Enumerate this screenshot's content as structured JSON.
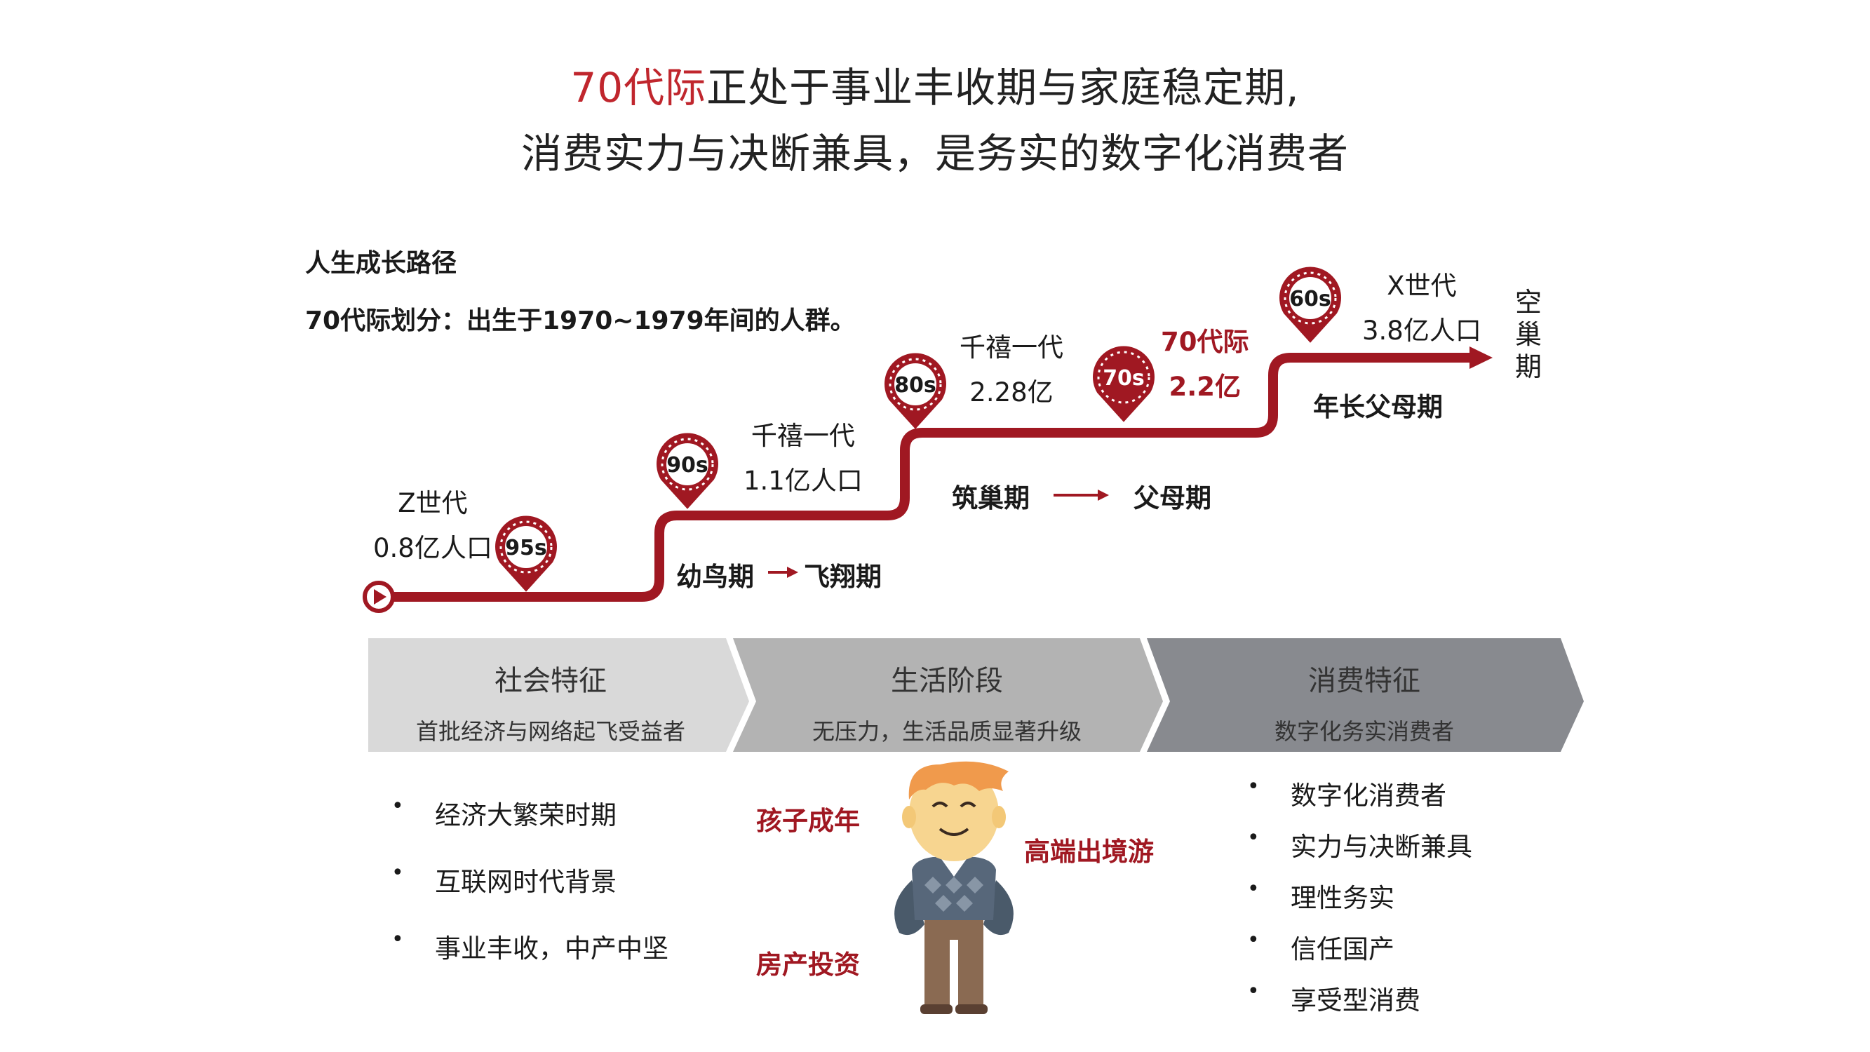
{
  "title": {
    "line1_highlight": "70代际",
    "line1_rest": "正处于事业丰收期与家庭稳定期,",
    "line2": "消费实力与决断兼具，是务实的数字化消费者"
  },
  "intro": {
    "heading": "人生成长路径",
    "definition": "70代际划分：出生于1970~1979年间的人群。"
  },
  "markers": [
    {
      "id": "95s",
      "label": "95s"
    },
    {
      "id": "90s",
      "label": "90s"
    },
    {
      "id": "80s",
      "label": "80s"
    },
    {
      "id": "70s",
      "label": "70s"
    },
    {
      "id": "60s",
      "label": "60s"
    }
  ],
  "generations": {
    "z": {
      "name": "Z世代",
      "pop": "0.8亿人口"
    },
    "millennial_a": {
      "name": "千禧一代",
      "pop": "1.1亿人口"
    },
    "millennial_b": {
      "name": "千禧一代",
      "pop": "2.28亿"
    },
    "seventies": {
      "name": "70代际",
      "pop": "2.2亿"
    },
    "x": {
      "name": "X世代",
      "pop": "3.8亿人口"
    }
  },
  "phases": {
    "fledgling": "幼鸟期",
    "soaring": "飞翔期",
    "nesting": "筑巢期",
    "parent": "父母期",
    "elder_parent": "年长父母期",
    "empty_nest": [
      "空",
      "巢",
      "期"
    ]
  },
  "chevrons": [
    {
      "title": "社会特征",
      "sub": "首批经济与网络起飞受益者",
      "color": "#d9d9d9"
    },
    {
      "title": "生活阶段",
      "sub": "无压力，生活品质显著升级",
      "color": "#b3b3b3"
    },
    {
      "title": "消费特征",
      "sub": "数字化务实消费者",
      "color": "#888a8f"
    }
  ],
  "social_bullets": [
    "经济大繁荣时期",
    "互联网时代背景",
    "事业丰收，中产中坚"
  ],
  "life_tags": {
    "children": "孩子成年",
    "travel": "高端出境游",
    "property": "房产投资"
  },
  "consumer_bullets": [
    "数字化消费者",
    "实力与决断兼具",
    "理性务实",
    "信任国产",
    "享受型消费"
  ],
  "bullet_symbol": "•",
  "colors": {
    "accent": "#c0262d",
    "path": "#a01822",
    "chevron_light": "#d9d9d9",
    "chevron_mid": "#b3b3b3",
    "chevron_dark": "#888a8f"
  }
}
